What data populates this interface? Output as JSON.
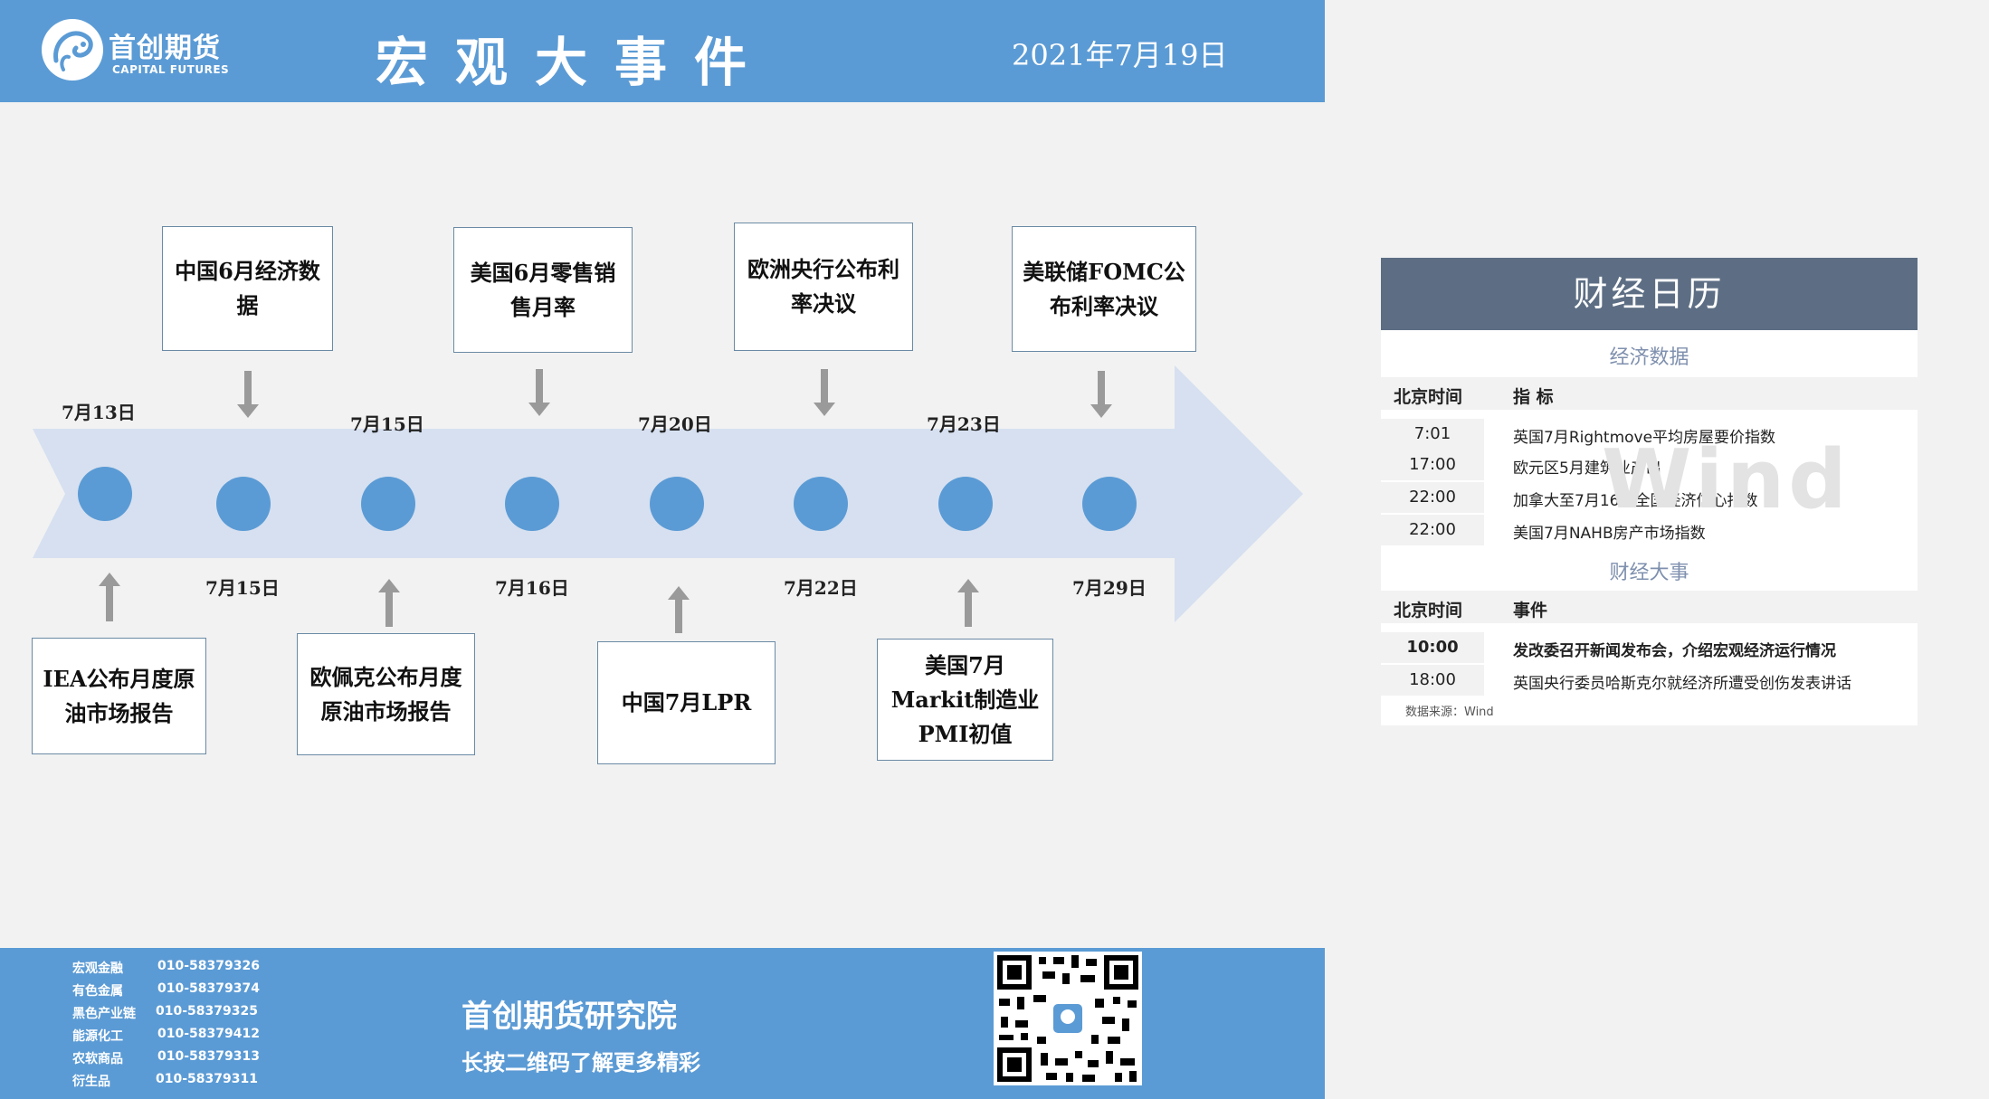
{
  "header": {
    "logo_cn": "首创期货",
    "logo_en": "CAPITAL FUTURES",
    "title": "宏观大事件",
    "date": "2021年7月19日"
  },
  "timeline": {
    "top_dates": [
      "7月13日",
      "7月15日",
      "7月20日",
      "7月23日"
    ],
    "bottom_dates": [
      "7月15日",
      "7月16日",
      "7月22日",
      "7月29日"
    ],
    "top_events": [
      "中国6月经济数据",
      "美国6月零售销售月率",
      "欧洲央行公布利率决议",
      "美联储FOMC公布利率决议"
    ],
    "bottom_events": [
      "IEA公布月度原油市场报告",
      "欧佩克公布月度原油市场报告",
      "中国7月LPR",
      "美国7月Markit制造业PMI初值"
    ]
  },
  "calendar": {
    "title": "财经日历",
    "econ_section": "经济数据",
    "econ_headers": [
      "北京时间",
      "指 标"
    ],
    "econ_rows": [
      {
        "time": "7:01",
        "desc": "英国7月Rightmove平均房屋要价指数"
      },
      {
        "time": "17:00",
        "desc": "欧元区5月建筑业产出"
      },
      {
        "time": "22:00",
        "desc": "加拿大至7月16日全国经济信心指数"
      },
      {
        "time": "22:00",
        "desc": "美国7月NAHB房产市场指数"
      }
    ],
    "event_section": "财经大事",
    "event_headers": [
      "北京时间",
      "事件"
    ],
    "event_rows": [
      {
        "time": "10:00",
        "desc": "发改委召开新闻发布会，介绍宏观经济运行情况"
      },
      {
        "time": "18:00",
        "desc": "英国央行委员哈斯克尔就经济所遭受创伤发表讲话"
      }
    ],
    "watermark": "Wind",
    "source": "数据来源：Wind"
  },
  "footer": {
    "contacts": [
      {
        "dept": "宏观金融",
        "phone": "010-58379326"
      },
      {
        "dept": "有色金属",
        "phone": "010-58379374"
      },
      {
        "dept": "黑色产业链",
        "phone": "010-58379325"
      },
      {
        "dept": "能源化工",
        "phone": "010-58379412"
      },
      {
        "dept": "农软商品",
        "phone": "010-58379313"
      },
      {
        "dept": "衍生品",
        "phone": "010-58379311"
      }
    ],
    "institute": "首创期货研究院",
    "slogan": "长按二维码了解更多精彩"
  },
  "colors": {
    "header_blue": "#5b9bd5",
    "arrow": "#d6e0f0",
    "node": "#5b9bd5",
    "calendar_title": "#5d6e84"
  }
}
